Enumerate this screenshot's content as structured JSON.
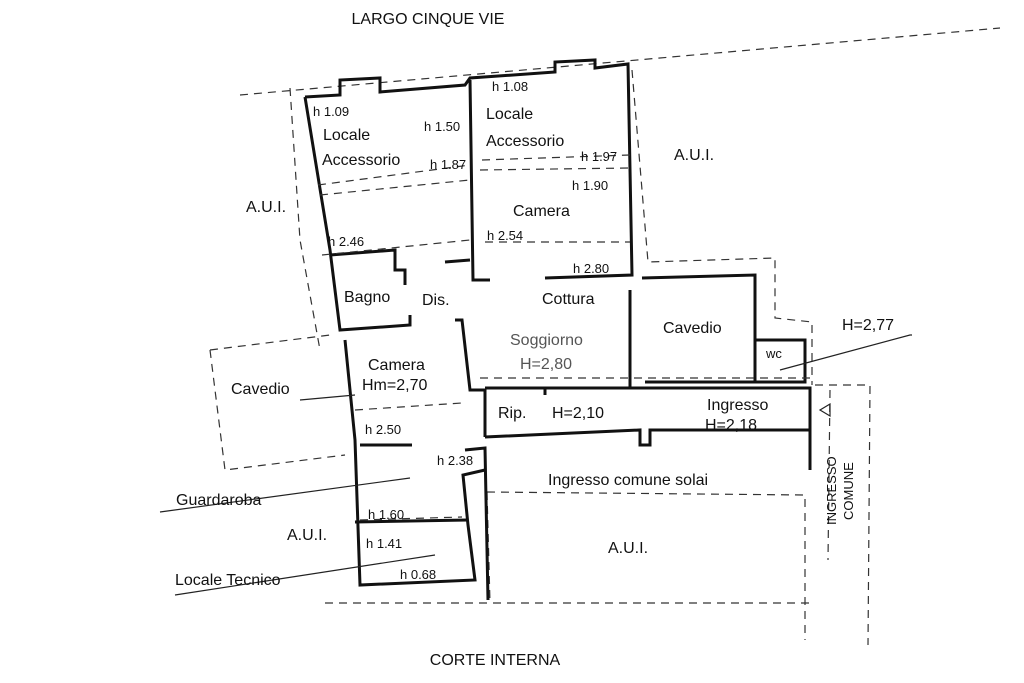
{
  "streets": {
    "top": "LARGO CINQUE VIE",
    "bottom": "CORTE INTERNA"
  },
  "aui_label": "A.U.I.",
  "rooms": {
    "locale_left": {
      "name1": "Locale",
      "name2": "Accessorio",
      "heights": [
        "h 1.09",
        "h 1.50",
        "h 1.87",
        "h 2.46"
      ]
    },
    "locale_right": {
      "name1": "Locale",
      "name2": "Accessorio",
      "heights": [
        "h 1.08",
        "h 1.97"
      ]
    },
    "camera_top": {
      "name": "Camera",
      "heights": [
        "h 1.90",
        "h 2.54",
        "h 2.80"
      ]
    },
    "bagno": {
      "name": "Bagno"
    },
    "dis": {
      "name": "Dis."
    },
    "cottura": {
      "name": "Cottura"
    },
    "soggiorno": {
      "name": "Soggiorno",
      "height": "H=2,80"
    },
    "cavedio_right": {
      "name": "Cavedio"
    },
    "wc": {
      "name": "wc",
      "height": "H=2,77"
    },
    "camera_left": {
      "name": "Camera",
      "height": "Hm=2,70",
      "h2": "h 2.50"
    },
    "cavedio_left": {
      "name": "Cavedio"
    },
    "rip": {
      "name": "Rip.",
      "height": "H=2,10"
    },
    "ingresso": {
      "name": "Ingresso",
      "height": "H=2,18"
    },
    "guardaroba": {
      "name": "Guardaroba",
      "heights": [
        "h 2.38",
        "h 1.60"
      ]
    },
    "locale_tecnico": {
      "name": "Locale Tecnico",
      "heights": [
        "h 1.41",
        "h 0.68"
      ]
    },
    "ingresso_comune_solai": {
      "name": "Ingresso comune solai"
    },
    "ingresso_comune": {
      "line1": "INGRESSO",
      "line2": "COMUNE"
    }
  }
}
